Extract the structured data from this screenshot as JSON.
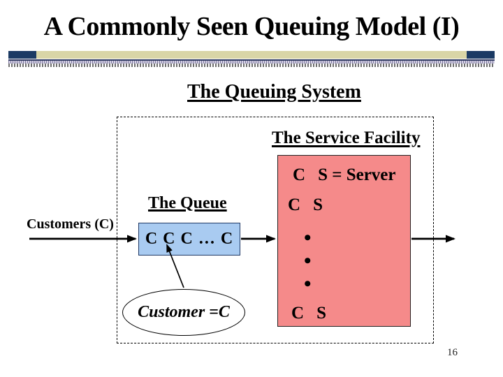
{
  "slide": {
    "title": "A Commonly Seen Queuing Model (I)",
    "page_number": "16"
  },
  "diagram": {
    "system_label": "The Queuing System",
    "customers_label": "Customers (C)",
    "queue": {
      "label": "The Queue",
      "contents": "C C C … C"
    },
    "facility": {
      "label": "The Service Facility",
      "rows": {
        "top_c": "C",
        "top_s": "S = Server",
        "mid_c": "C",
        "mid_s": "S",
        "bottom_c": "C",
        "bottom_s": "S"
      },
      "dots": [
        "•",
        "•",
        "•"
      ]
    },
    "customer_note": "Customer  =C"
  },
  "colors": {
    "facility_fill": "#f58a8a",
    "queue_fill": "#a9cbf1",
    "rule_navy": "#1b3a64",
    "rule_tan": "#d9d5a7",
    "arrow": "#000000"
  }
}
